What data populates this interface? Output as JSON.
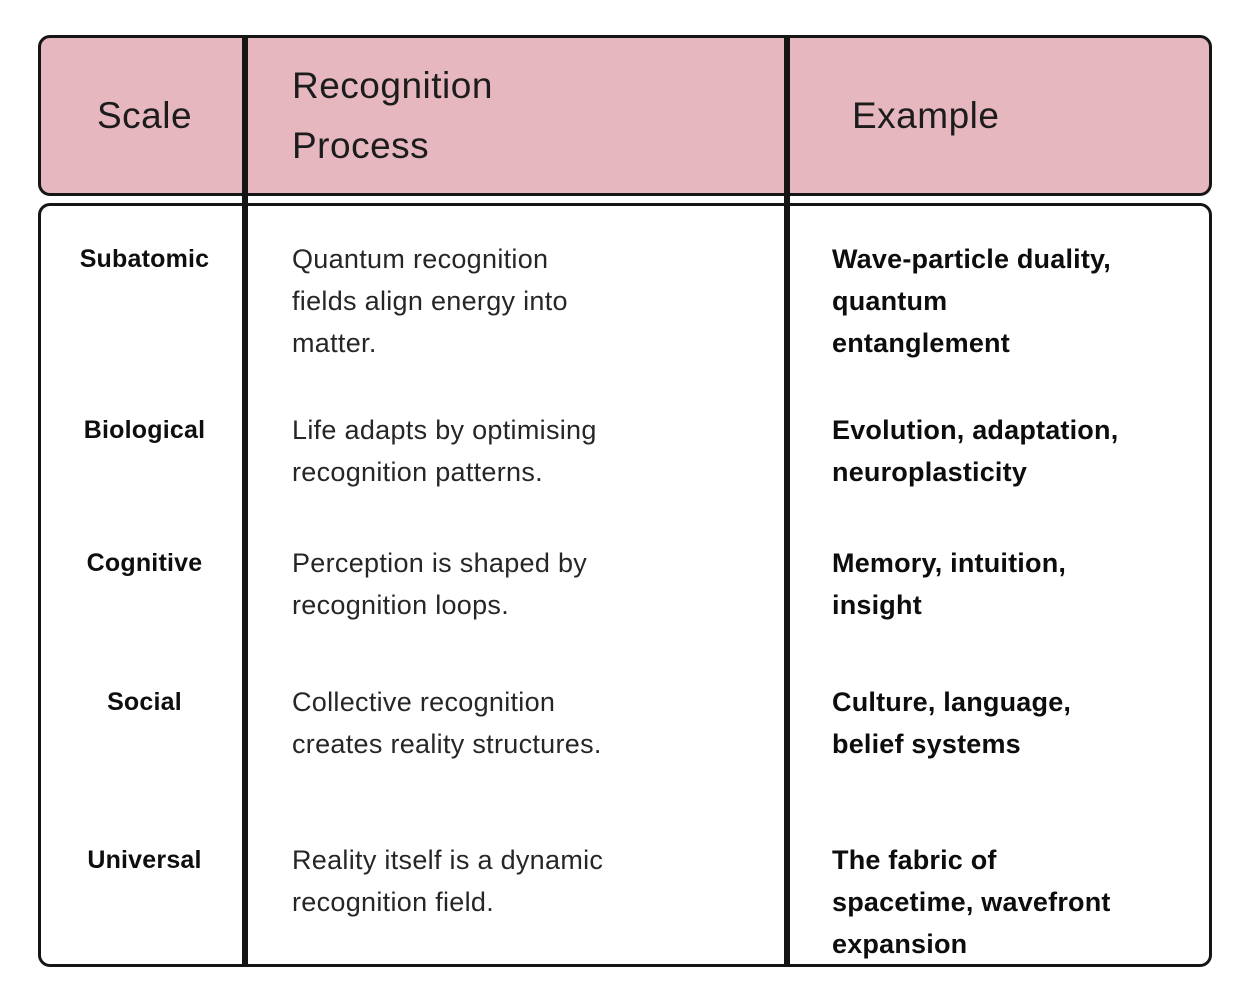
{
  "table": {
    "colors": {
      "header_bg": "#e6b7bf",
      "border": "#151515",
      "body_bg": "#ffffff",
      "text": "#1a1a1a"
    },
    "headers": {
      "scale": "Scale",
      "process": "Recognition\nProcess",
      "example": "Example"
    },
    "rows": [
      {
        "scale": "Subatomic",
        "process": "Quantum recognition\nfields align energy into\nmatter.",
        "example": "Wave-particle duality,\nquantum\nentanglement"
      },
      {
        "scale": "Biological",
        "process": "Life adapts by optimising\nrecognition patterns.",
        "example": "Evolution, adaptation,\nneuroplasticity"
      },
      {
        "scale": "Cognitive",
        "process": "Perception is shaped by\nrecognition loops.",
        "example": "Memory, intuition,\ninsight"
      },
      {
        "scale": "Social",
        "process": "Collective recognition\ncreates reality structures.",
        "example": "Culture, language,\nbelief systems"
      },
      {
        "scale": "Universal",
        "process": "Reality itself is a dynamic\nrecognition field.",
        "example": "The fabric of\nspacetime, wavefront\nexpansion"
      }
    ]
  }
}
